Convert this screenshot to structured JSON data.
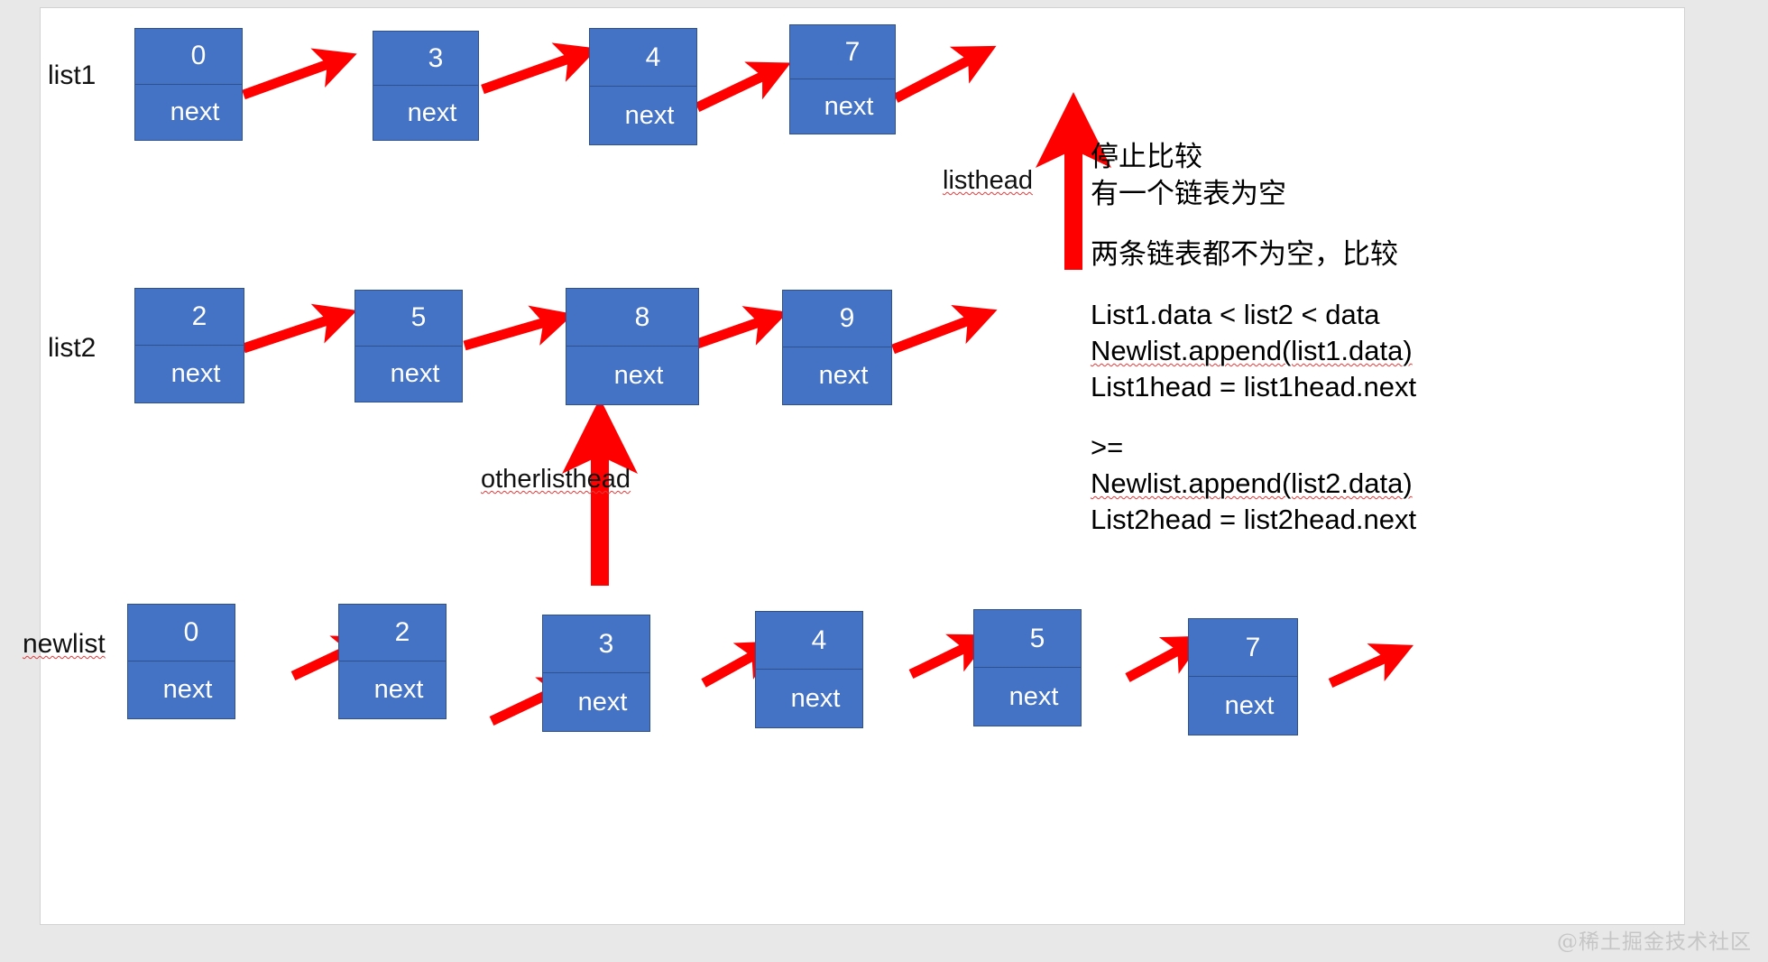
{
  "diagram": {
    "title": "merge two sorted linked lists",
    "accent_blue": "#4472C4",
    "accent_blue_border": "#2F528F",
    "arrow_red": "#FF0000",
    "page_background": "#FFFFFF",
    "outer_background": "#E8E8E8"
  },
  "rows": [
    {
      "label": "list1",
      "label_spellchecked": false,
      "nodes": [
        {
          "value": "0",
          "next_label": "next"
        },
        {
          "value": "3",
          "next_label": "next"
        },
        {
          "value": "4",
          "next_label": "next"
        },
        {
          "value": "7",
          "next_label": "next"
        }
      ]
    },
    {
      "label": "list2",
      "label_spellchecked": false,
      "nodes": [
        {
          "value": "2",
          "next_label": "next"
        },
        {
          "value": "5",
          "next_label": "next"
        },
        {
          "value": "8",
          "next_label": "next"
        },
        {
          "value": "9",
          "next_label": "next"
        }
      ]
    },
    {
      "label": "newlist",
      "label_spellchecked": true,
      "nodes": [
        {
          "value": "0",
          "next_label": "next"
        },
        {
          "value": "2",
          "next_label": "next"
        },
        {
          "value": "3",
          "next_label": "next"
        },
        {
          "value": "4",
          "next_label": "next"
        },
        {
          "value": "5",
          "next_label": "next"
        },
        {
          "value": "7",
          "next_label": "next"
        }
      ]
    }
  ],
  "pointers": [
    {
      "name": "listhead",
      "label": "listhead",
      "spellchecked": true
    },
    {
      "name": "otherlisthead",
      "label": "otherlisthead",
      "spellchecked": true
    }
  ],
  "notes": {
    "line1": "停止比较",
    "line2": "有一个链表为空",
    "line3": "两条链表都不为空，比较",
    "line4": "List1.data < list2 < data",
    "line5": "Newlist.append(list1.data)",
    "line6": "List1head = list1head.next",
    "line7": ">=",
    "line8": "Newlist.append(list2.data)",
    "line9": "List2head = list2head.next"
  },
  "watermark": "@稀土掘金技术社区"
}
